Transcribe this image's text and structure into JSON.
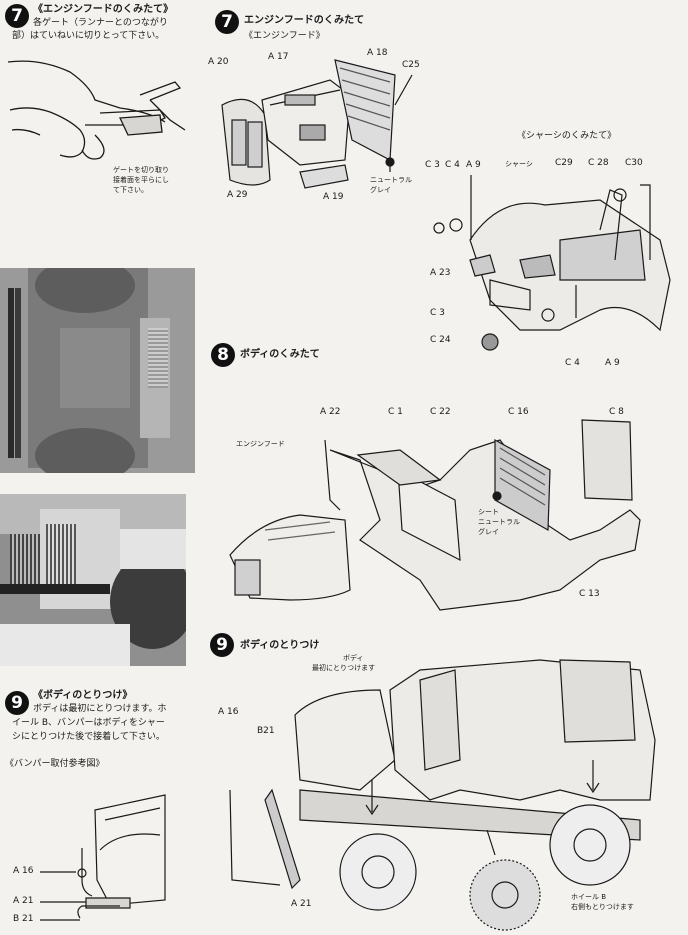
{
  "left": {
    "step7": {
      "number": "7",
      "title": "《エンジンフードのくみたて》",
      "line1": "各ゲート（ランナーとのつながり",
      "line2": "部）はていねいに切りとって下さい。",
      "note1": "ゲートを切り取り",
      "note2": "接着面を平らにし",
      "note3": "て下さい。"
    },
    "step9": {
      "number": "9",
      "title": "《ボディのとりつけ》",
      "line1": "ボディは最初にとりつけます。ホ",
      "line2": "イール B、バンパーはボディをシャー",
      "line3": "シにとりつけた後で接着して下さい。",
      "ref_title": "《バンパー取付参考図》",
      "labels": [
        "A 16",
        "A 21",
        "B 21"
      ]
    }
  },
  "right": {
    "step7": {
      "number": "7",
      "title": "エンジンフードのくみたて",
      "subtitle": "《エンジンフード》",
      "parts": [
        "A 20",
        "A 17",
        "A 18",
        "C25",
        "A 29",
        "A 19"
      ],
      "paint1": "ニュートラル",
      "paint2": "グレイ",
      "chassis_title": "《シャーシのくみたて》",
      "chassis_label": "シャーシ",
      "chassis_parts": [
        "C 3",
        "C 4",
        "A 9",
        "C29",
        "C 28",
        "C30",
        "A 23",
        "C 3",
        "C 24",
        "C 4",
        "A 9"
      ]
    },
    "step8": {
      "number": "8",
      "title": "ボディのくみたて",
      "parts": [
        "A 22",
        "C 1",
        "C 22",
        "C 16",
        "C 8",
        "C 13"
      ],
      "hood_label": "エンジンフード",
      "seat1": "シート",
      "seat2": "ニュートラル",
      "seat3": "グレイ"
    },
    "step9": {
      "number": "9",
      "title": "ボディのとりつけ",
      "body1": "ボディ",
      "body2": "最初にとりつけます",
      "parts": [
        "A 16",
        "B21",
        "A 21"
      ],
      "wheel1": "ホイール B",
      "wheel2": "右側もとりつけます"
    }
  },
  "colors": {
    "ink": "#1a1a1a",
    "paper": "#f4f2ee"
  }
}
